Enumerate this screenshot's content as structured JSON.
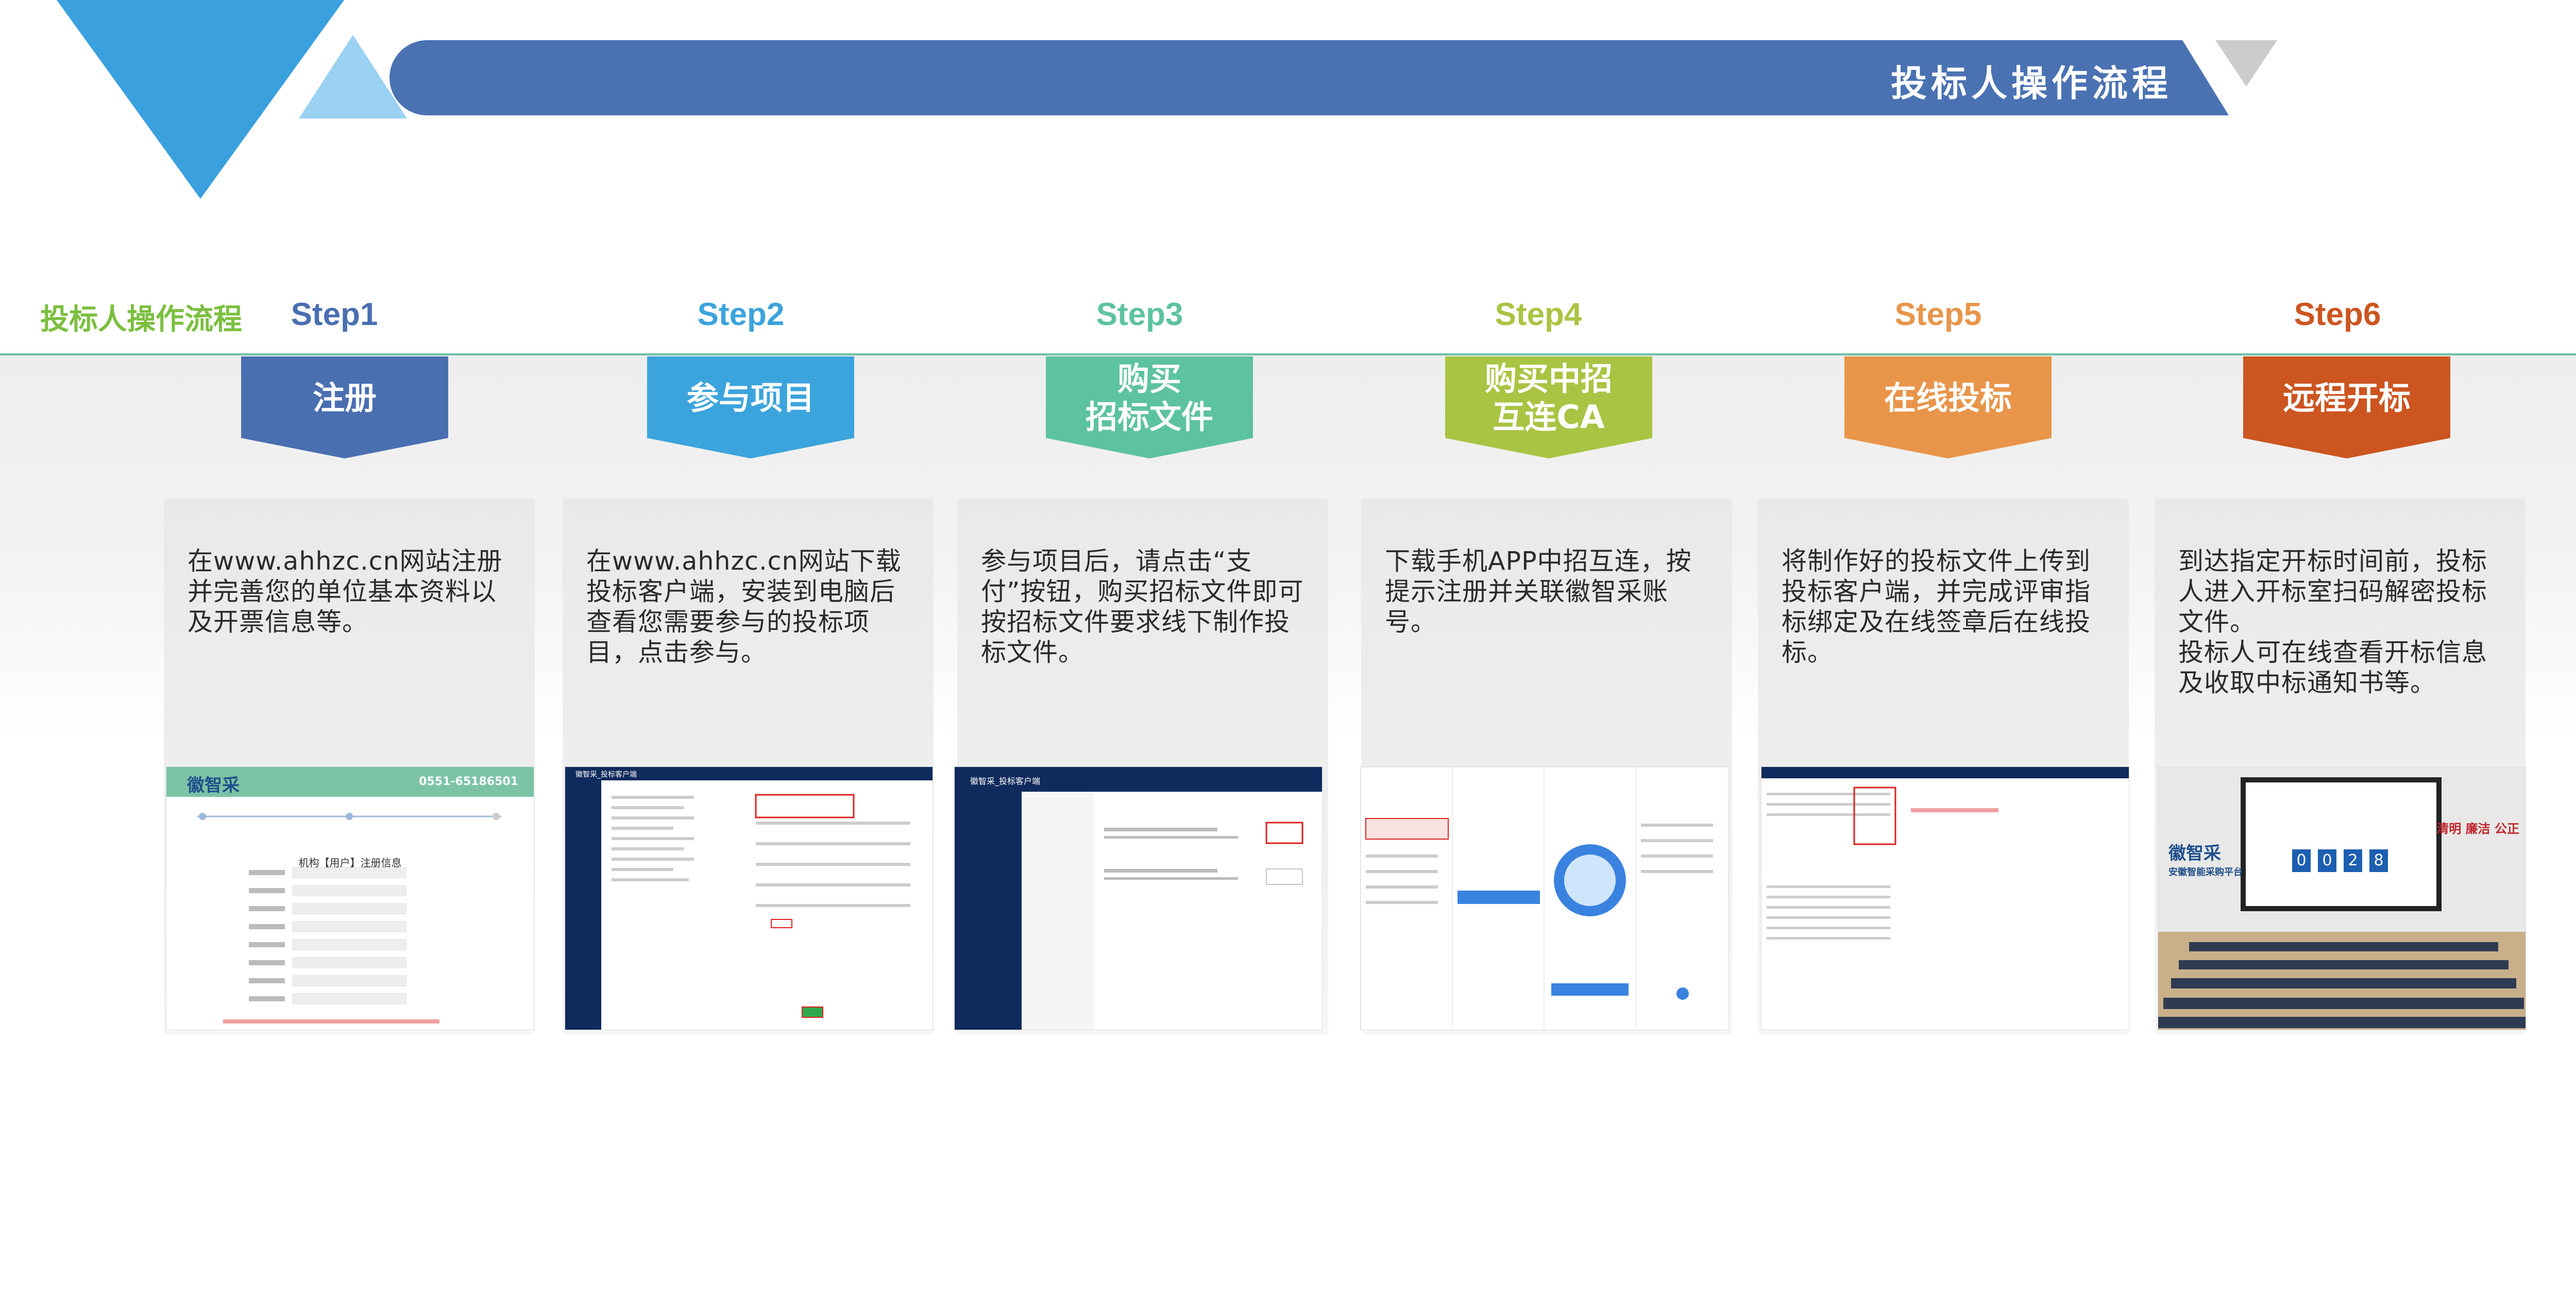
{
  "header": {
    "title": "投标人操作流程"
  },
  "section_label": "投标人操作流程",
  "colors": {
    "banner": "#4a72b2",
    "line": "#6cc0a4",
    "step1": "#4a6fb0",
    "step2": "#3ca4dc",
    "step3": "#5dc2a0",
    "step4": "#a9c443",
    "step5": "#e8954a",
    "step6": "#cc5520"
  },
  "steps": [
    {
      "label": "Step1",
      "tag": "注册",
      "text": "在www.ahhzc.cn网站注册并完善您的单位基本资料以及开票信息等。"
    },
    {
      "label": "Step2",
      "tag": "参与项目",
      "text": "在www.ahhzc.cn网站下载投标客户端，安装到电脑后查看您需要参与的投标项目，点击参与。"
    },
    {
      "label": "Step3",
      "tag": "购买\n招标文件",
      "text": "参与项目后，请点击“支付”按钮，购买招标文件即可按招标文件要求线下制作投标文件。"
    },
    {
      "label": "Step4",
      "tag": "购买中招\n互连CA",
      "text": "下载手机APP中招互连，按提示注册并关联徽智采账号。"
    },
    {
      "label": "Step5",
      "tag": "在线投标",
      "text": "将制作好的投标文件上传到投标客户端，并完成评审指标绑定及在线签章后在线投标。"
    },
    {
      "label": "Step6",
      "tag": "远程开标",
      "text": "到达指定开标时间前，投标人进入开标室扫码解密投标文件。\n投标人可在线查看开标信息及收取中标通知书等。"
    }
  ],
  "shots": {
    "s1": {
      "logo": "徽智采",
      "phone": "0551-65186501",
      "form_title": "机构【用户】注册信息"
    },
    "s2": {
      "app_title": "徽智采_投标客户端"
    },
    "s3": {
      "app_title": "徽智采_投标客户端"
    },
    "s6": {
      "logo": "徽智采",
      "sub": "安徽智能采购平台",
      "countdown": [
        "0",
        "0",
        "2",
        "8"
      ],
      "slogan": "清明 廉洁 公正"
    }
  }
}
